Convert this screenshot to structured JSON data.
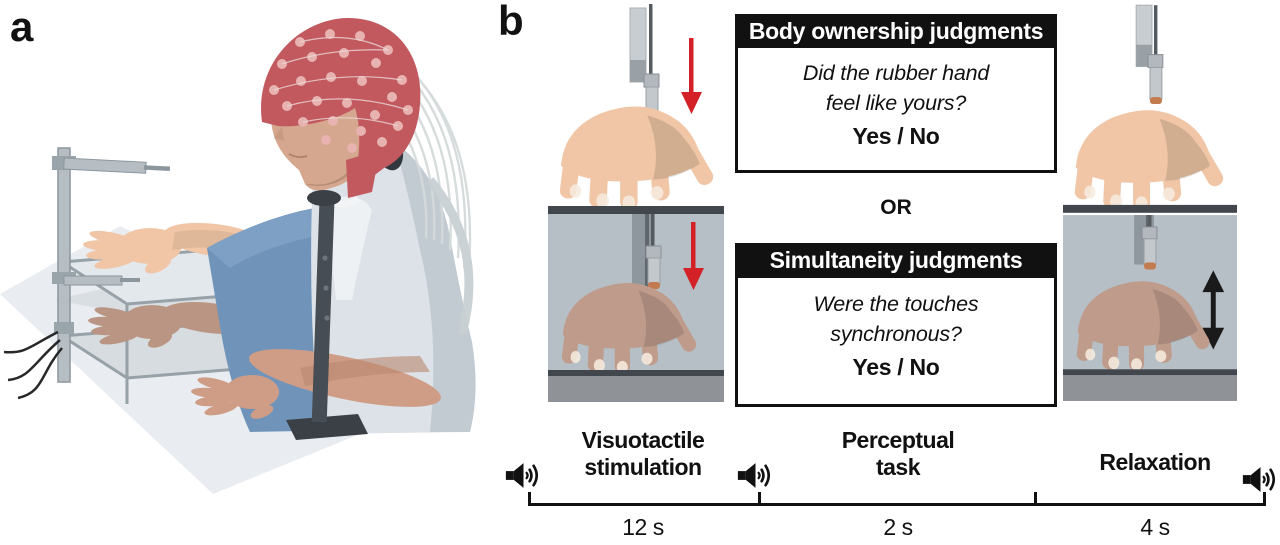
{
  "panels": {
    "a_label": "a",
    "b_label": "b"
  },
  "task_boxes": {
    "or_label": "OR",
    "body_ownership": {
      "title": "Body ownership judgments",
      "question_line1": "Did the rubber hand",
      "question_line2": "feel like yours?",
      "answer": "Yes / No"
    },
    "simultaneity": {
      "title": "Simultaneity judgments",
      "question_line1": "Were the touches",
      "question_line2": "synchronous?",
      "answer": "Yes / No"
    }
  },
  "timeline": {
    "phases": [
      {
        "name": "visuotactile-stimulation",
        "label_line1": "Visuotactile",
        "label_line2": "stimulation",
        "duration": "12 s"
      },
      {
        "name": "perceptual-task",
        "label_line1": "Perceptual",
        "label_line2": "task",
        "duration": "2 s"
      },
      {
        "name": "relaxation",
        "label_line1": "Relaxation",
        "label_line2": "",
        "duration": "4 s"
      }
    ]
  },
  "icons": {
    "speaker": "speaker-volume-icon",
    "tap_arrow": "red-down-arrow-icon",
    "movement_arrow": "black-up-down-arrow-icon"
  },
  "colors": {
    "arrow_red": "#d42127",
    "cap_red": "#c2595f",
    "drape_blue": "#7093ba",
    "box_bg": "#b6bfc6",
    "surface_dark": "#42474d",
    "strip_gray": "#8f9398",
    "skin_visible": "#f0c6a6",
    "skin_hidden": "#bf9b8b",
    "ink": "#111111"
  }
}
